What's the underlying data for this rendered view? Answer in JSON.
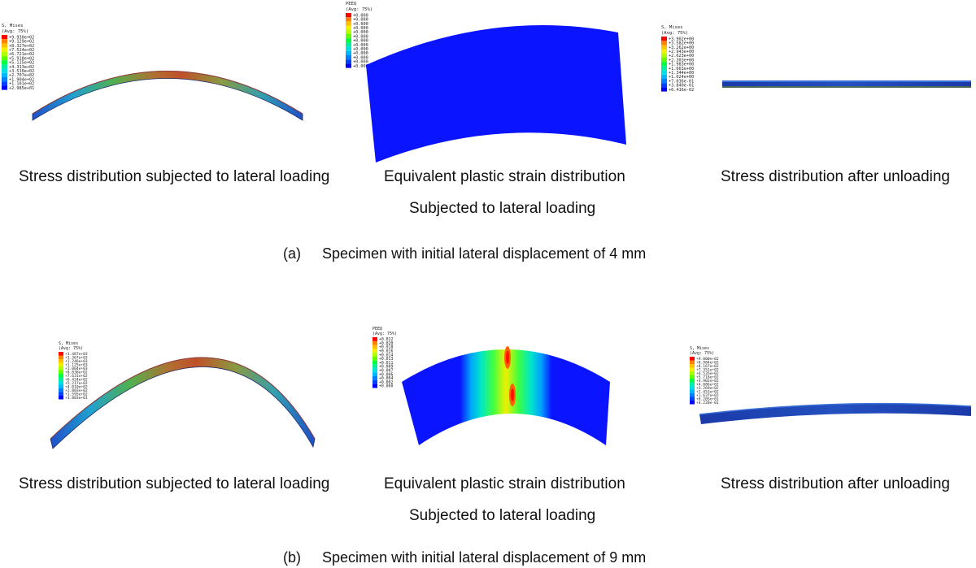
{
  "colors": {
    "scale": [
      "#0000ff",
      "#0040ff",
      "#0080ff",
      "#00b8ff",
      "#00e0e0",
      "#00f0a0",
      "#00ff40",
      "#60ff00",
      "#b0ff00",
      "#f0f000",
      "#ffc000",
      "#ff8000",
      "#ff0000"
    ],
    "plate_blue": "#0a14ff",
    "beam_base": "#2a56b0"
  },
  "row_a": {
    "panel1": {
      "legend_title": [
        "S, Mises",
        "(Avg: 75%)"
      ],
      "legend_values": [
        "+9.930e+02",
        "+9.129e+02",
        "+8.327e+02",
        "+7.524e+02",
        "+6.721e+02",
        "+5.918e+02",
        "+5.115e+02",
        "+4.313e+02",
        "+3.510e+02",
        "+2.707e+02",
        "+1.904e+02",
        "+1.101e+02",
        "+2.985e+01"
      ],
      "caption": "Stress distribution subjected to lateral loading"
    },
    "panel2": {
      "legend_title": [
        "PEEQ",
        "(Avg: 75%)"
      ],
      "legend_values": [
        "+0.000",
        "+0.000",
        "+0.000",
        "+0.000",
        "+0.000",
        "+0.000",
        "+0.000",
        "+0.000",
        "+0.000",
        "+0.000",
        "+0.000",
        "+0.000",
        "+0.000"
      ],
      "caption_line1": "Equivalent plastic strain distribution",
      "caption_line2": "Subjected to lateral loading"
    },
    "panel3": {
      "legend_title": [
        "S, Mises",
        "(Avg: 75%)"
      ],
      "legend_values": [
        "+3.902e+00",
        "+3.582e+00",
        "+3.262e+00",
        "+2.943e+00",
        "+2.623e+00",
        "+2.303e+00",
        "+1.983e+00",
        "+1.663e+00",
        "+1.344e+00",
        "+1.024e+00",
        "+7.036e-01",
        "+3.840e-01",
        "+6.416e-02"
      ],
      "caption": "Stress distribution after unloading"
    },
    "subtitle_label": "(a)",
    "subtitle_text": "Specimen with initial lateral displacement of 4 mm"
  },
  "row_b": {
    "panel1": {
      "legend_title": [
        "S, Mises",
        "(Avg: 75%)"
      ],
      "legend_values": [
        "+1.487e+03",
        "+1.367e+03",
        "+1.246e+03",
        "+1.125e+03",
        "+1.004e+03",
        "+8.838e+02",
        "+7.631e+02",
        "+6.424e+02",
        "+5.217e+02",
        "+4.010e+02",
        "+2.803e+02",
        "+1.595e+02",
        "+3.883e+01"
      ],
      "caption": "Stress distribution subjected to lateral loading"
    },
    "panel2": {
      "legend_title": [
        "PEEQ",
        "(Avg: 75%)"
      ],
      "legend_values": [
        "+0.022",
        "+0.020",
        "+0.018",
        "+0.016",
        "+0.014",
        "+0.013",
        "+0.011",
        "+0.009",
        "+0.007",
        "+0.006",
        "+0.004",
        "+0.002",
        "+0.000"
      ],
      "caption_line1": "Equivalent plastic strain distribution",
      "caption_line2": "Subjected to lateral loading"
    },
    "panel3": {
      "legend_title": [
        "S, Mises",
        "(Avg: 75%)"
      ],
      "legend_values": [
        "+9.800e+02",
        "+8.984e+02",
        "+8.167e+02",
        "+7.351e+02",
        "+6.535e+02",
        "+5.718e+02",
        "+4.902e+02",
        "+4.086e+02",
        "+3.269e+02",
        "+2.453e+02",
        "+1.637e+02",
        "+8.205e+01",
        "+4.220e-01"
      ],
      "caption": "Stress distribution after unloading"
    },
    "subtitle_label": "(b)",
    "subtitle_text": "Specimen with initial lateral displacement of 9 mm"
  }
}
